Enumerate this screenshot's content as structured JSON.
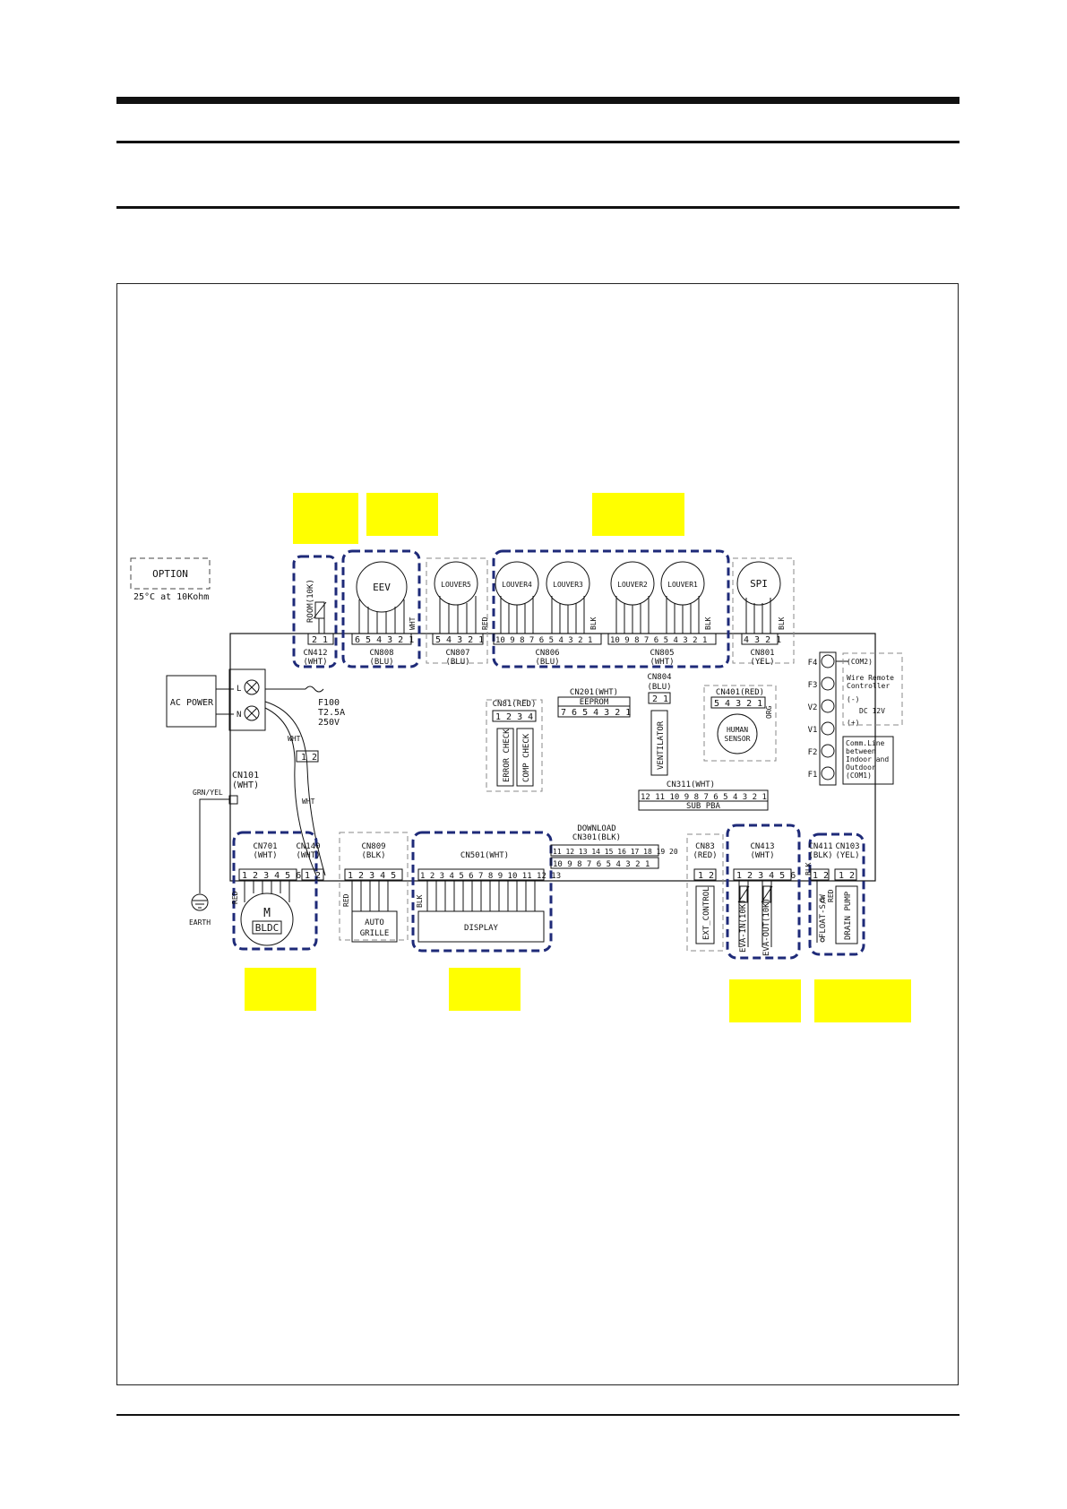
{
  "option_box": {
    "label": "OPTION",
    "note": "25°C at 10Kohm"
  },
  "ac_power": "AC POWER",
  "terminals": {
    "L": "L",
    "N": "N"
  },
  "fuse": {
    "name": "F100",
    "rating": "T2.5A",
    "voltage": "250V"
  },
  "wire_colors": {
    "wht": "WHT",
    "red": "RED",
    "blk": "BLK",
    "org": "ORG",
    "grn_yel": "GRN/YEL"
  },
  "earth": "EARTH",
  "top_components": {
    "room": "ROOM(10K)",
    "eev": "EEV",
    "louver5": "LOUVER5",
    "louver4": "LOUVER4",
    "louver3": "LOUVER3",
    "louver2": "LOUVER2",
    "louver1": "LOUVER1",
    "spi": "SPI"
  },
  "top_connectors": {
    "cn412": {
      "name": "CN412",
      "color": "(WHT)"
    },
    "cn808": {
      "name": "CN808",
      "color": "(BLU)"
    },
    "cn807": {
      "name": "CN807",
      "color": "(BLU)"
    },
    "cn806": {
      "name": "CN806",
      "color": "(BLU)"
    },
    "cn805": {
      "name": "CN805",
      "color": "(WHT)"
    },
    "cn801": {
      "name": "CN801",
      "color": "(YEL)"
    }
  },
  "cn201": {
    "name": "CN201(WHT)",
    "label": "EEPROM"
  },
  "cn804": {
    "name": "CN804",
    "color": "(BLU)",
    "label": "VENTILATOR"
  },
  "cn401": {
    "name": "CN401(RED)",
    "label_a": "HUMAN",
    "label_b": "SENSOR"
  },
  "cn81": {
    "name": "CN81(RED)",
    "error": "ERROR CHECK",
    "comp": "COMP CHECK"
  },
  "cn311": {
    "name": "CN311(WHT)",
    "label": "SUB PBA"
  },
  "remote_terminals": [
    "F4",
    "F3",
    "V2",
    "V1",
    "F2",
    "F1"
  ],
  "remote": {
    "com2": "(COM2)",
    "wire1": "Wire Remote",
    "wire2": "Controller",
    "minus": "(-)",
    "dc": "DC 12V",
    "plus": "(+)",
    "comm1": "Comm.Line",
    "comm2": "between",
    "comm3": "Indoor and",
    "comm4": "Outdoor",
    "comm5": "(COM1)"
  },
  "cn101": {
    "name": "CN101",
    "color": "(WHT)"
  },
  "bottom_connectors": {
    "cn701": {
      "name": "CN701",
      "color": "(WHT)"
    },
    "cn140": {
      "name": "CN140",
      "color": "(WHT)"
    },
    "cn809": {
      "name": "CN809",
      "color": "(BLK)"
    },
    "cn501": {
      "name": "CN501(WHT)"
    },
    "cn301": {
      "name_a": "DOWNLOAD",
      "name_b": "CN301(BLK)"
    },
    "cn83": {
      "name": "CN83",
      "color": "(RED)"
    },
    "cn413": {
      "name": "CN413",
      "color": "(WHT)"
    },
    "cn411": {
      "name": "CN411",
      "color": "(BLK)"
    },
    "cn103": {
      "name": "CN103",
      "color": "(YEL)"
    }
  },
  "bottom_components": {
    "motor_m": "M",
    "motor_bldc": "BLDC",
    "auto": "AUTO",
    "grille": "GRILLE",
    "display": "DISPLAY",
    "ext": "EXT_CONTROL",
    "eva_in": "EVA-IN(10K)",
    "eva_out": "EVA-OUT(10K)",
    "float": "FLOAT-S/W",
    "drain": "DRAIN PUMP"
  },
  "highlight_color": "#ffff00",
  "dash_color": "#1e2a78"
}
